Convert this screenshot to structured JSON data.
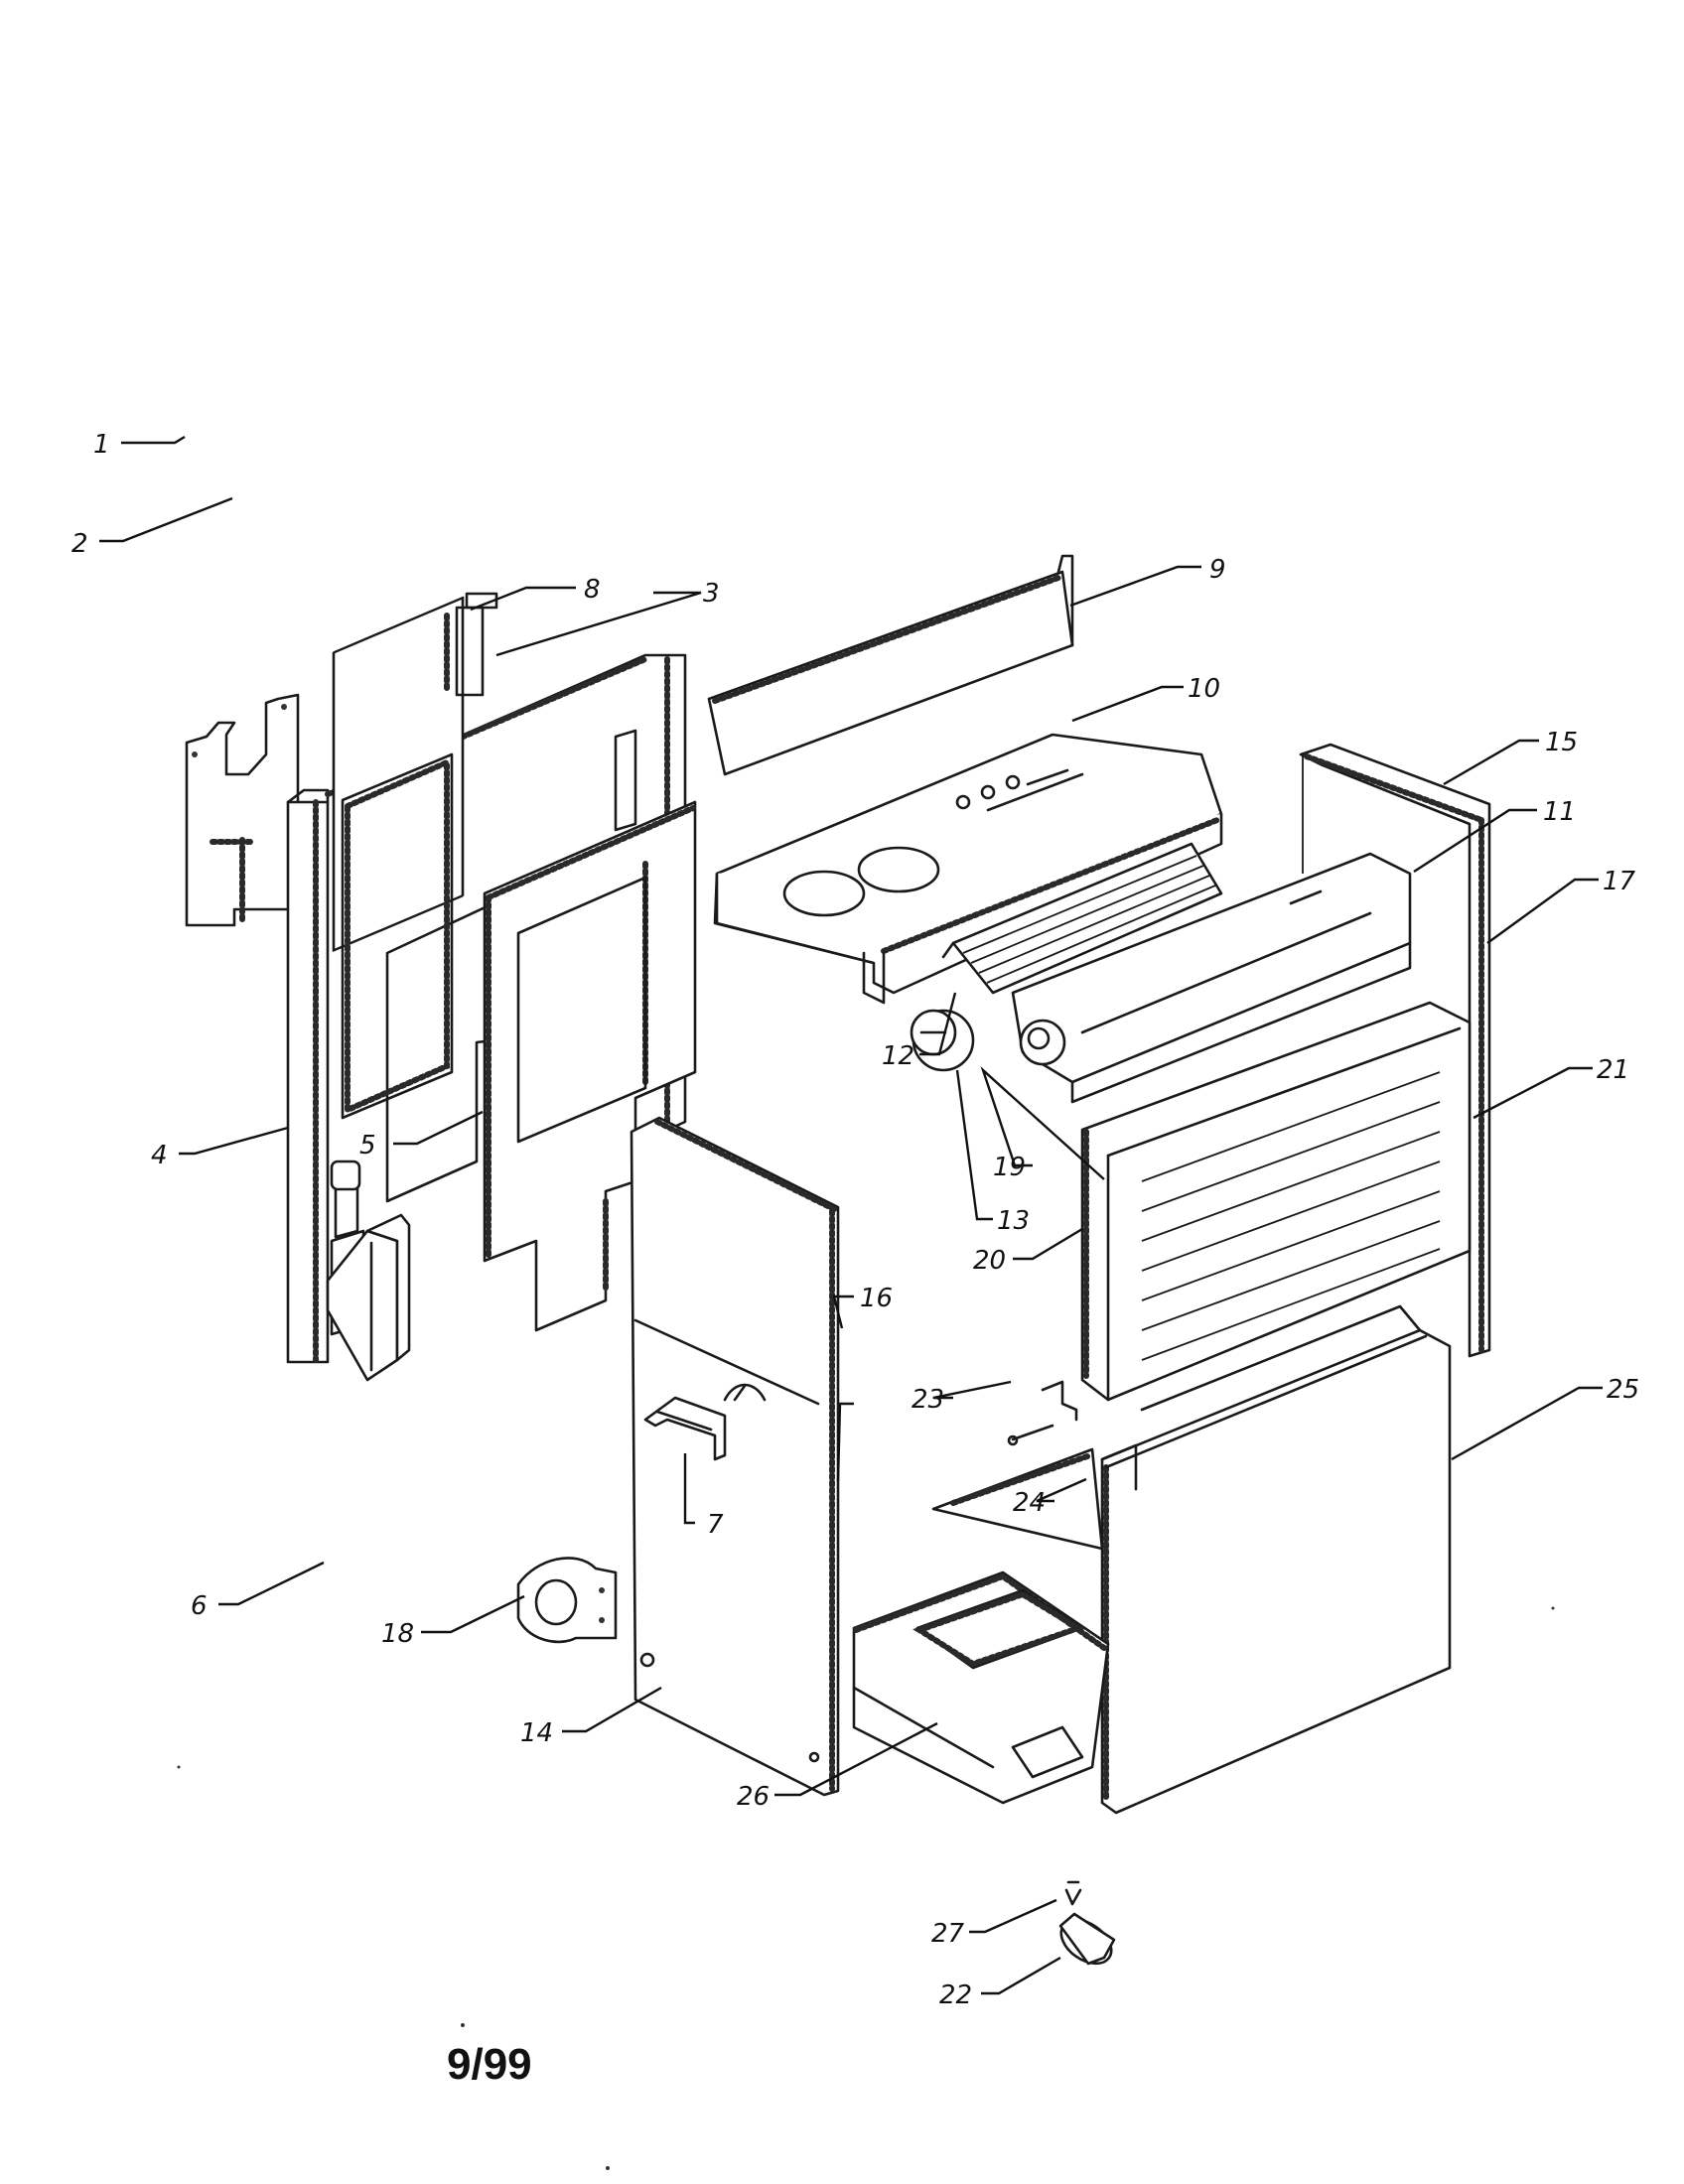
{
  "diagram": {
    "callouts": [
      {
        "id": "1",
        "label": "1"
      },
      {
        "id": "2",
        "label": "2"
      },
      {
        "id": "3",
        "label": "3"
      },
      {
        "id": "4",
        "label": "4"
      },
      {
        "id": "5",
        "label": "5"
      },
      {
        "id": "6",
        "label": "6"
      },
      {
        "id": "7",
        "label": "7"
      },
      {
        "id": "8",
        "label": "8"
      },
      {
        "id": "9",
        "label": "9"
      },
      {
        "id": "10",
        "label": "10"
      },
      {
        "id": "11",
        "label": "11"
      },
      {
        "id": "12",
        "label": "12"
      },
      {
        "id": "13",
        "label": "13"
      },
      {
        "id": "14",
        "label": "14"
      },
      {
        "id": "15",
        "label": "15"
      },
      {
        "id": "16",
        "label": "16"
      },
      {
        "id": "17",
        "label": "17"
      },
      {
        "id": "18",
        "label": "18"
      },
      {
        "id": "19",
        "label": "19"
      },
      {
        "id": "20",
        "label": "20"
      },
      {
        "id": "21",
        "label": "21"
      },
      {
        "id": "22",
        "label": "22"
      },
      {
        "id": "23",
        "label": "23"
      },
      {
        "id": "24",
        "label": "24"
      },
      {
        "id": "25",
        "label": "25"
      },
      {
        "id": "26",
        "label": "26"
      },
      {
        "id": "27",
        "label": "27"
      }
    ]
  },
  "footer": {
    "date": "9/99"
  }
}
